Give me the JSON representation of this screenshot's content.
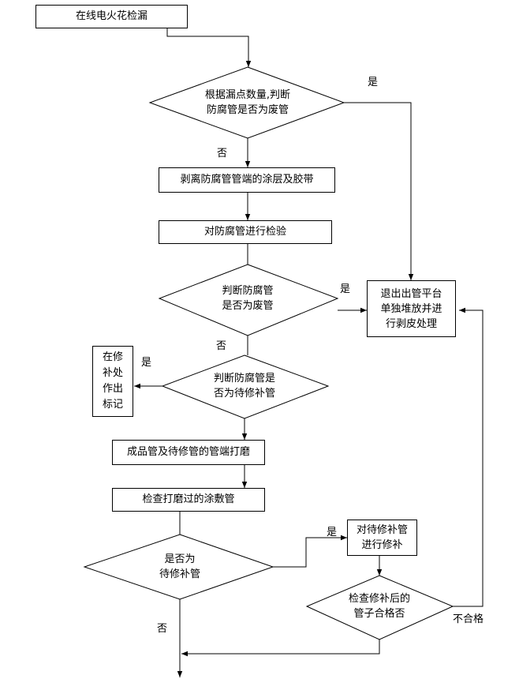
{
  "flowchart": {
    "boxes": {
      "start": "在线电火花检漏",
      "strip": "剥离防腐管管端的涂层及胶带",
      "inspect": "对防腐管进行检验",
      "exit": "退出出管平台\n单独堆放并进\n行剥皮处理",
      "mark": "在修\n补处\n作出\n标记",
      "grind": "成品管及待修管的管端打磨",
      "check_ground": "检查打磨过的涂敷管",
      "repair": "对待修补管\n进行修补"
    },
    "decisions": {
      "d1": "根据漏点数量,判断\n防腐管是否为废管",
      "d2": "判断防腐管\n是否为废管",
      "d3": "判断防腐管是\n否为待修补管",
      "d4": "是否为\n待修补管",
      "d5": "检查修补后的\n管子合格否"
    },
    "labels": {
      "d1_yes": "是",
      "d1_no": "否",
      "d2_yes": "是",
      "d2_no": "否",
      "d3_yes": "是",
      "d4_yes": "是",
      "d4_no": "否",
      "d5_fail": "不合格"
    }
  }
}
